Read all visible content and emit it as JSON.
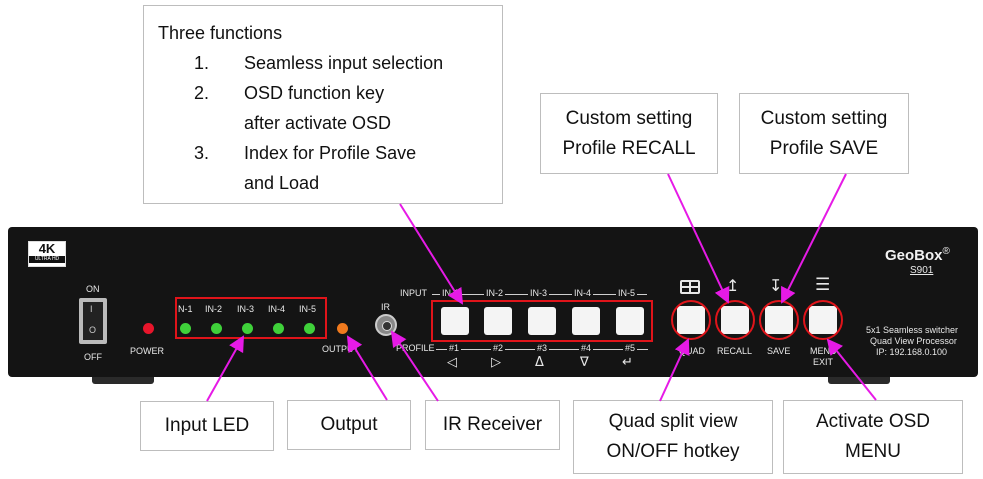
{
  "callouts": {
    "three_functions": {
      "title": "Three functions",
      "items": [
        {
          "num": "1.",
          "text": "Seamless input selection"
        },
        {
          "num": "2.",
          "text": "OSD function key after activate OSD"
        },
        {
          "num": "3.",
          "text": "Index for Profile Save and Load"
        }
      ]
    },
    "recall": {
      "line1": "Custom setting",
      "line2": "Profile RECALL"
    },
    "save": {
      "line1": "Custom setting",
      "line2": "Profile SAVE"
    },
    "input_led": "Input LED",
    "output": "Output",
    "ir_receiver": "IR Receiver",
    "quad": {
      "line1": "Quad split view",
      "line2": "ON/OFF hotkey"
    },
    "osd": {
      "line1": "Activate OSD",
      "line2": "MENU"
    }
  },
  "device": {
    "logo_4k": "4K",
    "logo_sub": "ULTRA HD",
    "power_on": "ON",
    "power_off": "OFF",
    "switch_i": "I",
    "switch_o": "O",
    "power_label": "POWER",
    "led_labels": [
      "N-1",
      "IN-2",
      "IN-3",
      "IN-4",
      "IN-5"
    ],
    "output_label": "OUTPUT",
    "ir_label": "IR",
    "input_row": "INPUT",
    "input_keys": [
      "IN-1",
      "IN-2",
      "IN-3",
      "IN-4",
      "IN-5"
    ],
    "profile_row": "PROFILE",
    "profile_keys": [
      "#1",
      "#2",
      "#3",
      "#4",
      "#5"
    ],
    "arrow_glyphs": [
      "◁",
      "▷",
      "Δ",
      "∇",
      "↵"
    ],
    "quad_label": "QUAD",
    "recall_label": "RECALL",
    "save_label": "SAVE",
    "menu_label": "MENU",
    "exit_label": "EXIT",
    "brand": "GeoBox",
    "registered": "®",
    "model": "S901",
    "desc1": "5x1 Seamless switcher",
    "desc2": "Quad View Processor",
    "ip": "IP: 192.168.0.100"
  },
  "colors": {
    "led_green": "#3fd13a",
    "led_red": "#e8152b",
    "led_orange": "#f07a1e",
    "arrow_magenta": "#e61ae6",
    "highlight_red": "#e0141a"
  },
  "icons": [
    "quad-grid-icon",
    "recall-upload-icon",
    "save-download-icon",
    "menu-list-icon",
    "ir-sensor-icon",
    "power-switch-icon"
  ]
}
